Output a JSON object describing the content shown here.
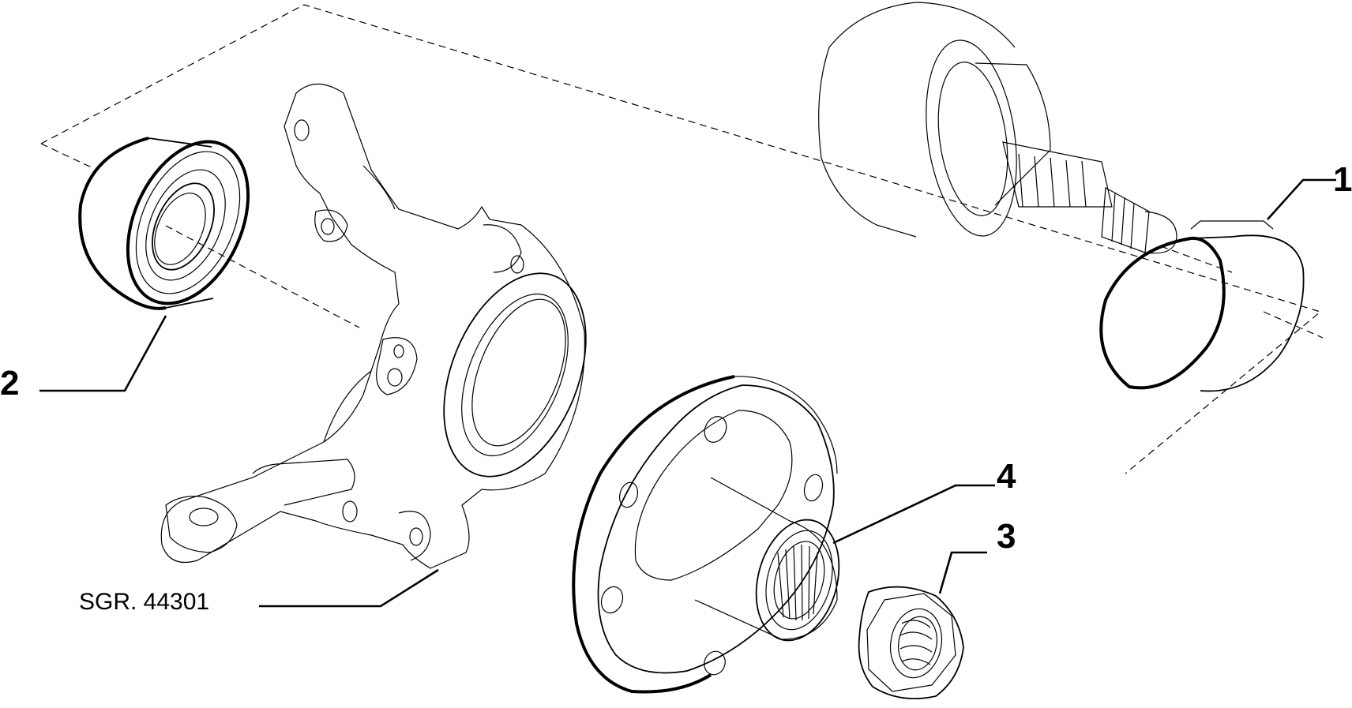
{
  "diagram": {
    "callouts": [
      {
        "id": "callout-1",
        "label": "1"
      },
      {
        "id": "callout-2",
        "label": "2"
      },
      {
        "id": "callout-3",
        "label": "3"
      },
      {
        "id": "callout-4",
        "label": "4"
      }
    ],
    "reference": {
      "label": "SGR. 44301"
    }
  },
  "colors": {
    "ink": "#000000",
    "paper": "#ffffff"
  }
}
